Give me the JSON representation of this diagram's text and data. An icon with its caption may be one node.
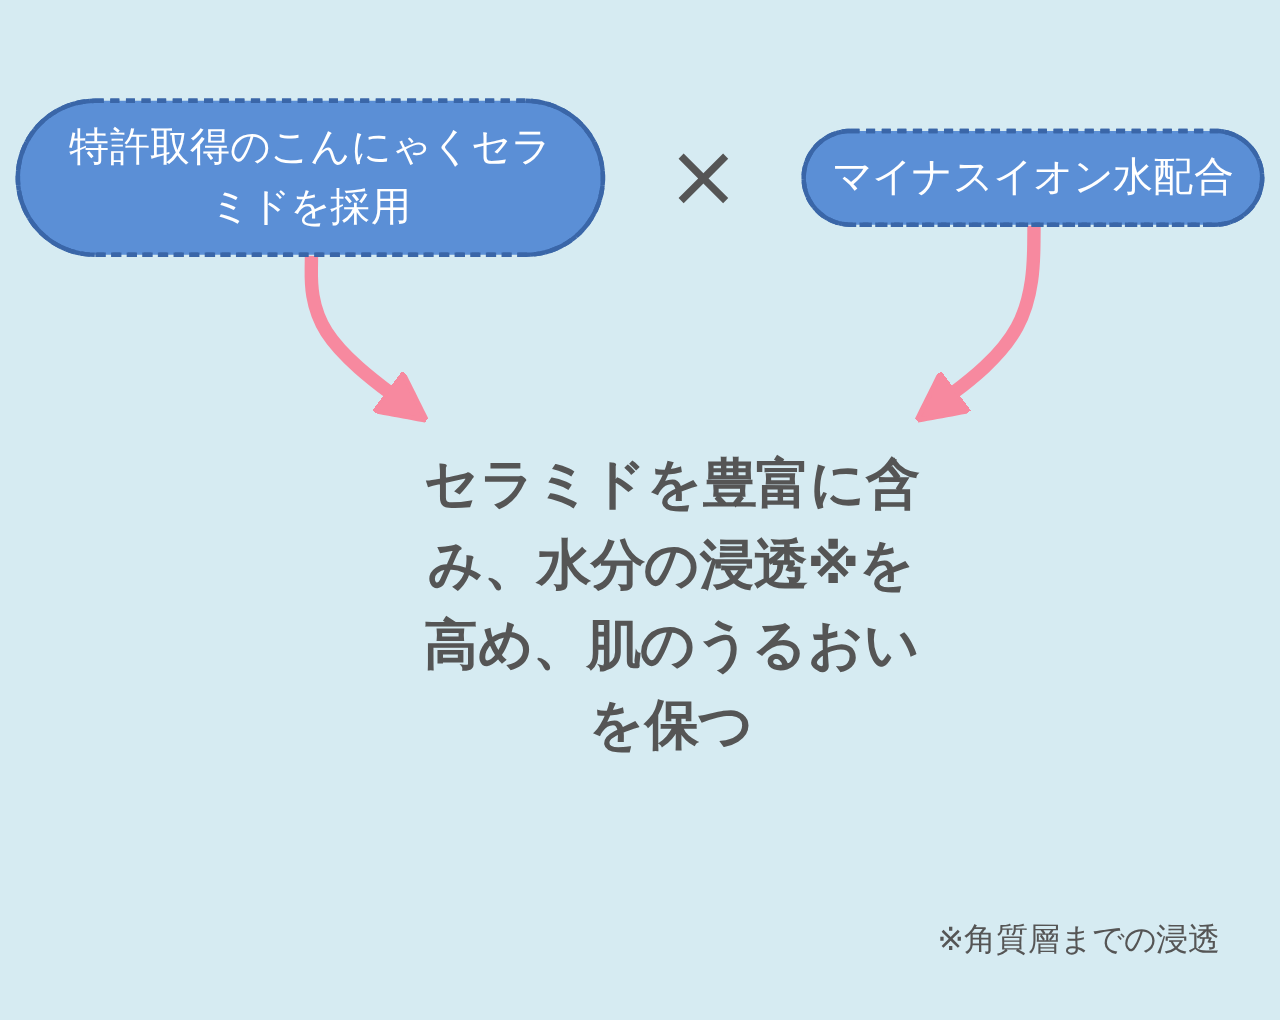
{
  "diagram": {
    "nodes": [
      {
        "text": [
          "特許取得のこんにゃくセラミドを採用"
        ]
      },
      {
        "text": [
          "マイナスイオン水配合"
        ]
      },
      {
        "text": [
          "セラミドを豊富に含み、水分の浸透※を高め、肌のうるおいを保つ"
        ]
      }
    ],
    "edges": [
      {
        "from": 0,
        "to": 2,
        "arrow": "to"
      },
      {
        "from": 1,
        "to": 2,
        "arrow": "to"
      }
    ],
    "labels": [
      "×",
      "※角質層までの浸透"
    ]
  }
}
